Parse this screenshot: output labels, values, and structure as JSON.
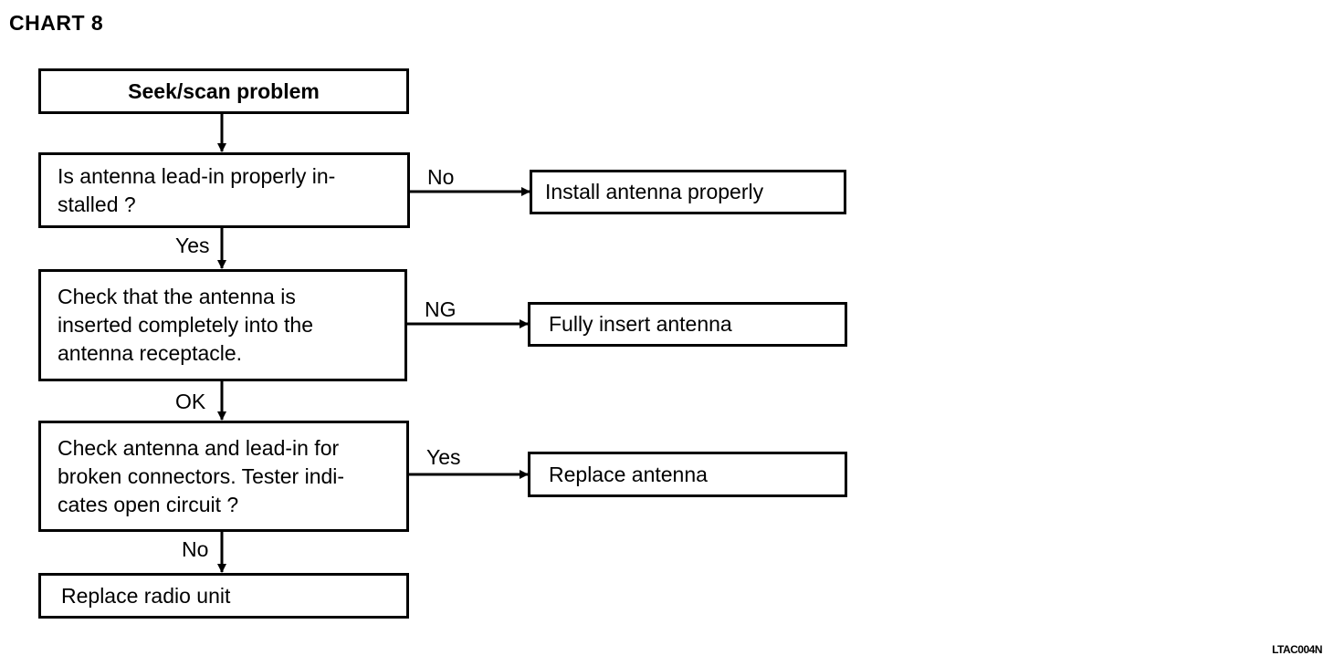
{
  "title": "CHART 8",
  "reference_code": "LTAC004N",
  "nodes": {
    "start": "Seek/scan problem",
    "q1_lines": [
      "Is antenna lead-in properly in-",
      "stalled ?"
    ],
    "q2_lines": [
      "Check that the antenna is",
      "inserted completely into the",
      "antenna receptacle."
    ],
    "q3_lines": [
      "Check antenna and lead-in for",
      "broken connectors. Tester indi-",
      "cates open circuit ?"
    ],
    "end": "Replace radio unit",
    "action1": "Install antenna properly",
    "action2": "Fully insert antenna",
    "action3": "Replace antenna"
  },
  "edges": {
    "q1_no": "No",
    "q1_yes": "Yes",
    "q2_ng": "NG",
    "q2_ok": "OK",
    "q3_yes": "Yes",
    "q3_no": "No"
  }
}
